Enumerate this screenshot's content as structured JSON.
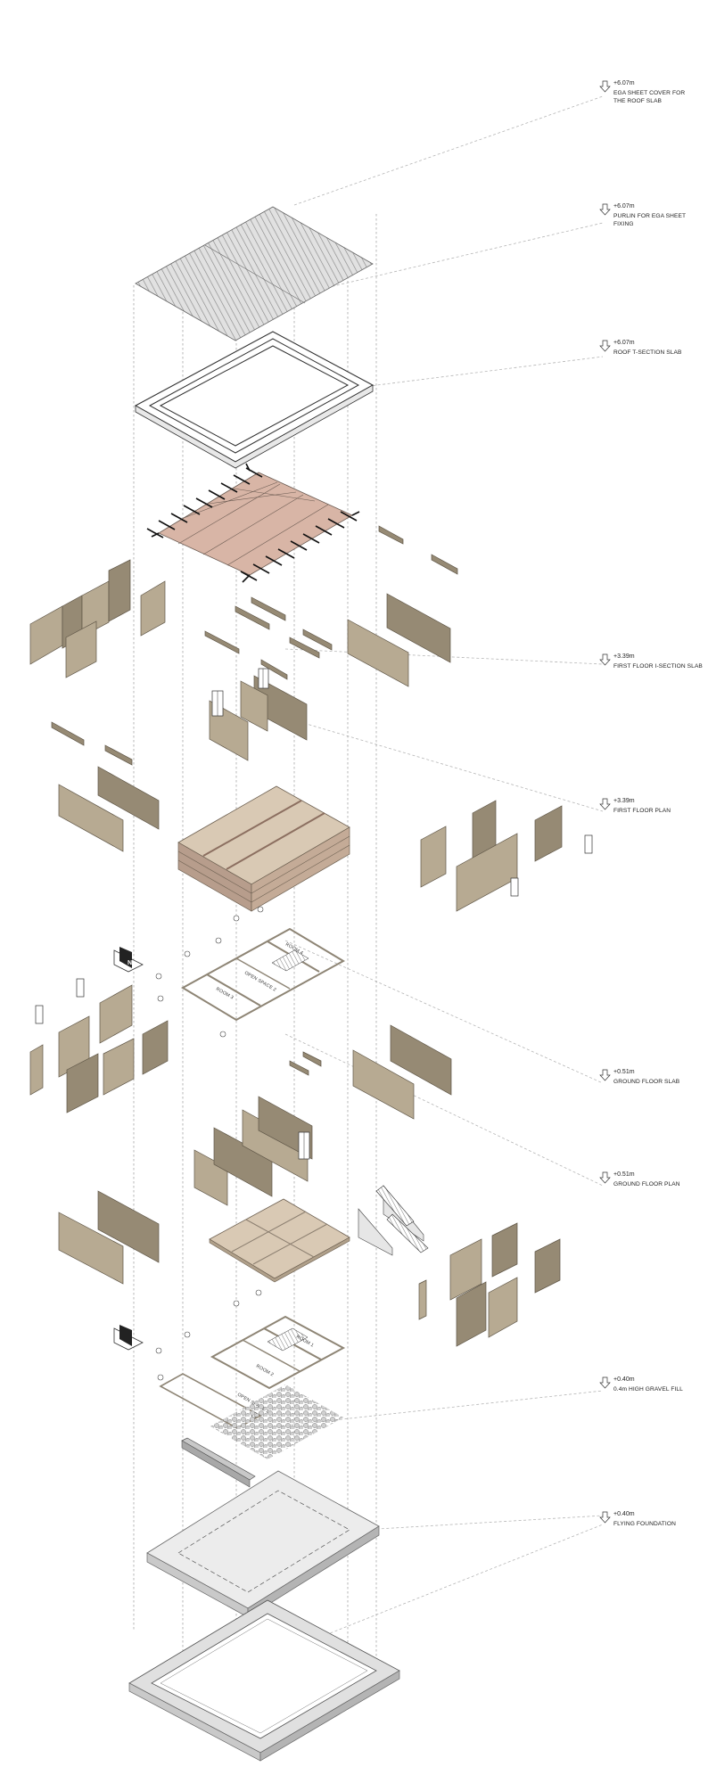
{
  "labels": [
    {
      "elevation": "+6.07m",
      "name_line1": "EGA SHEET COVER FOR",
      "name_line2": "THE ROOF SLAB"
    },
    {
      "elevation": "+6.07m",
      "name_line1": "PURLIN FOR EGA SHEET",
      "name_line2": "FIXING"
    },
    {
      "elevation": "+6.07m",
      "name_line1": "ROOF T-SECTION SLAB",
      "name_line2": ""
    },
    {
      "elevation": "+3.39m",
      "name_line1": "FIRST FLOOR I-SECTION SLAB",
      "name_line2": ""
    },
    {
      "elevation": "+3.39m",
      "name_line1": "FIRST FLOOR PLAN",
      "name_line2": ""
    },
    {
      "elevation": "+0.51m",
      "name_line1": "GROUND FLOOR SLAB",
      "name_line2": ""
    },
    {
      "elevation": "+0.51m",
      "name_line1": "GROUND FLOOR PLAN",
      "name_line2": ""
    },
    {
      "elevation": "+0.40m",
      "name_line1": "0.4m HIGH GRAVEL FILL",
      "name_line2": ""
    },
    {
      "elevation": "+0.40m",
      "name_line1": "FLYING FOUNDATION",
      "name_line2": ""
    }
  ],
  "rooms": {
    "first_floor": [
      "ROOM 3",
      "OPEN SPACE 2",
      "ROOM 4"
    ],
    "ground_floor": [
      "OPEN SPACE 1",
      "ROOM 2",
      "ROOM 1"
    ]
  },
  "north": "N"
}
